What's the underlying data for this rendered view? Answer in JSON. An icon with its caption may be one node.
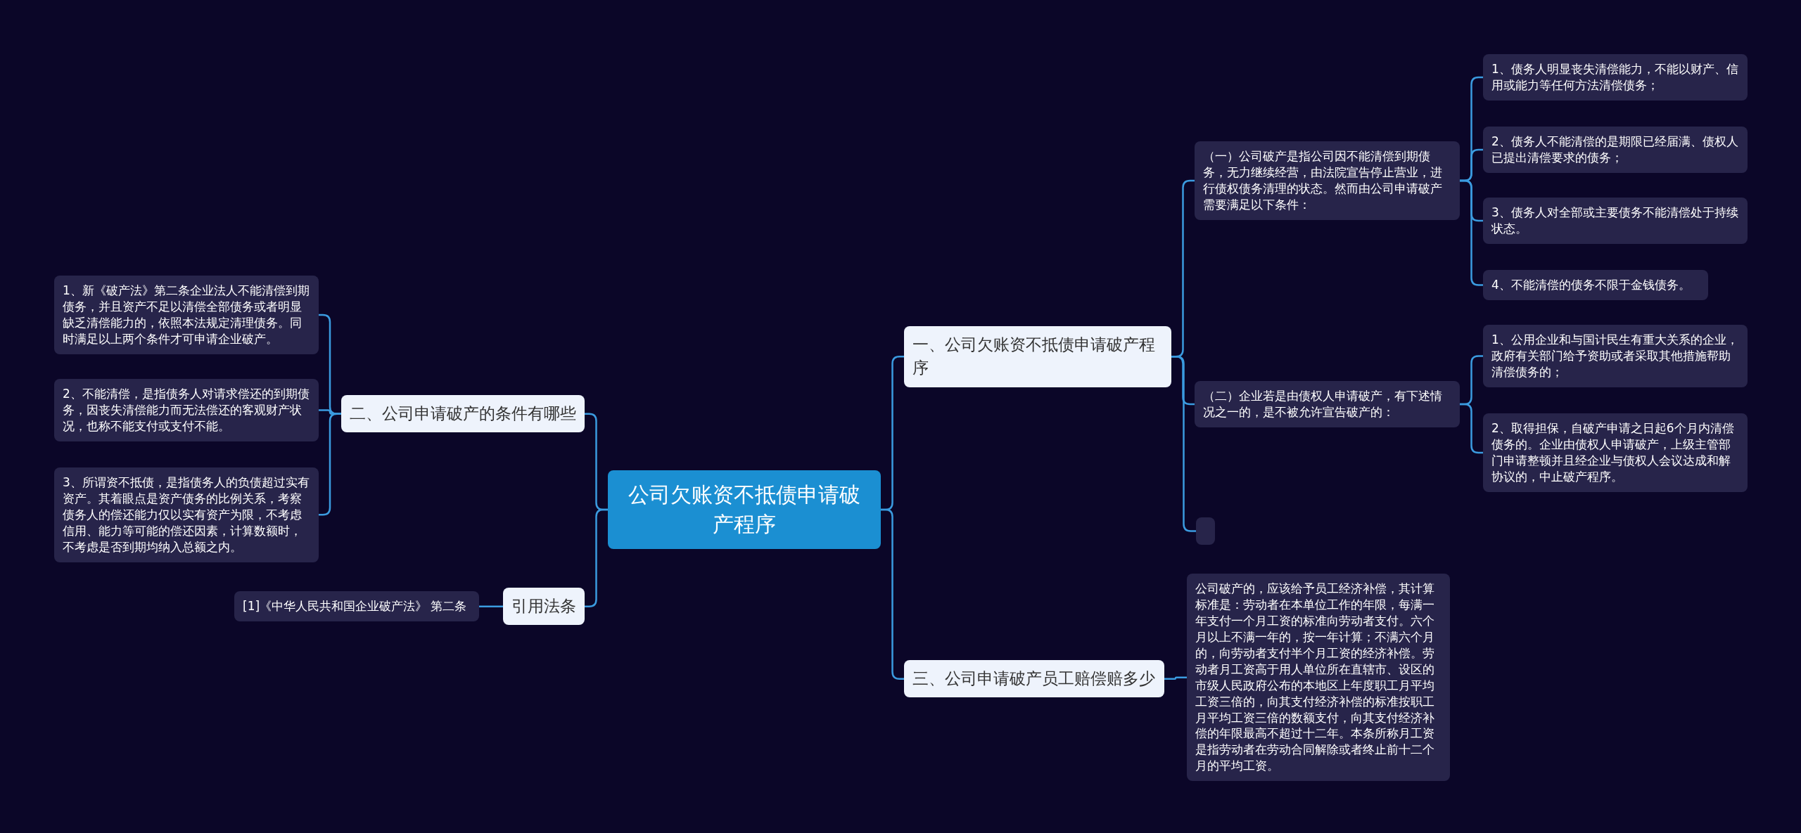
{
  "diagram": {
    "nodes": [
      {
        "text": [
          "公司欠账资不抵债申请破产程序"
        ]
      },
      {
        "text": [
          "一、公司欠账资不抵债申请破产程序"
        ]
      },
      {
        "text": [
          "（一）公司破产是指公司因不能清偿到期债务，无力继续经营，由法院宣告停止营业，进行债权债务清理的状态。然而由公司申请破产需要满足以下条件："
        ]
      },
      {
        "text": [
          "1、债务人明显丧失清偿能力，不能以财产、信用或能力等任何方法清偿债务；"
        ]
      },
      {
        "text": [
          "2、债务人不能清偿的是期限已经届满、债权人已提出清偿要求的债务；"
        ]
      },
      {
        "text": [
          "3、债务人对全部或主要债务不能清偿处于持续状态。"
        ]
      },
      {
        "text": [
          "4、不能清偿的债务不限于金钱债务。"
        ]
      },
      {
        "text": [
          "（二）企业若是由债权人申请破产，有下述情况之一的，是不被允许宣告破产的："
        ]
      },
      {
        "text": [
          "1、公用企业和与国计民生有重大关系的企业，政府有关部门给予资助或者采取其他措施帮助清偿债务的；"
        ]
      },
      {
        "text": [
          "2、取得担保，自破产申请之日起6个月内清偿债务的。企业由债权人申请破产，上级主管部门申请整顿并且经企业与债权人会议达成和解协议的，中止破产程序。"
        ]
      },
      {
        "text": [],
        "shape": "box"
      },
      {
        "text": [
          "三、公司申请破产员工赔偿赔多少"
        ]
      },
      {
        "text": [
          "公司破产的，应该给予员工经济补偿，其计算标准是：劳动者在本单位工作的年限，每满一年支付一个月工资的标准向劳动者支付。六个月以上不满一年的，按一年计算；不满六个月的，向劳动者支付半个月工资的经济补偿。劳动者月工资高于用人单位所在直辖市、设区的市级人民政府公布的本地区上年度职工月平均工资三倍的，向其支付经济补偿的标准按职工月平均工资三倍的数额支付，向其支付经济补偿的年限最高不超过十二年。本条所称月工资是指劳动者在劳动合同解除或者终止前十二个月的平均工资。"
        ]
      },
      {
        "text": [
          "二、公司申请破产的条件有哪些"
        ]
      },
      {
        "text": [
          "1、新《破产法》第二条企业法人不能清偿到期债务，并且资产不足以清偿全部债务或者明显缺乏清偿能力的，依照本法规定清理债务。同时满足以上两个条件才可申请企业破产。"
        ]
      },
      {
        "text": [
          "2、不能清偿，是指债务人对请求偿还的到期债务，因丧失清偿能力而无法偿还的客观财产状况，也称不能支付或支付不能。"
        ]
      },
      {
        "text": [
          "3、所谓资不抵债，是指债务人的负债超过实有资产。其着眼点是资产债务的比例关系，考察债务人的偿还能力仅以实有资产为限，不考虑信用、能力等可能的偿还因素，计算数额时，不考虑是否到期均纳入总额之内。"
        ]
      },
      {
        "text": [
          "引用法条"
        ]
      },
      {
        "text": [
          "[1]《中华人民共和国企业破产法》 第二条"
        ]
      }
    ],
    "edges": [
      {
        "from": 0,
        "to": 1,
        "arrow": "none"
      },
      {
        "from": 0,
        "to": 11,
        "arrow": "none"
      },
      {
        "from": 0,
        "to": 13,
        "arrow": "none"
      },
      {
        "from": 0,
        "to": 17,
        "arrow": "none"
      },
      {
        "from": 1,
        "to": 2,
        "arrow": "none"
      },
      {
        "from": 1,
        "to": 7,
        "arrow": "none"
      },
      {
        "from": 1,
        "to": 10,
        "arrow": "none"
      },
      {
        "from": 2,
        "to": 3,
        "arrow": "none"
      },
      {
        "from": 2,
        "to": 4,
        "arrow": "none"
      },
      {
        "from": 2,
        "to": 5,
        "arrow": "none"
      },
      {
        "from": 2,
        "to": 6,
        "arrow": "none"
      },
      {
        "from": 7,
        "to": 8,
        "arrow": "none"
      },
      {
        "from": 7,
        "to": 9,
        "arrow": "none"
      },
      {
        "from": 11,
        "to": 12,
        "arrow": "none"
      },
      {
        "from": 13,
        "to": 14,
        "arrow": "none"
      },
      {
        "from": 13,
        "to": 15,
        "arrow": "none"
      },
      {
        "from": 13,
        "to": 16,
        "arrow": "none"
      },
      {
        "from": 17,
        "to": 18,
        "arrow": "none"
      }
    ]
  }
}
